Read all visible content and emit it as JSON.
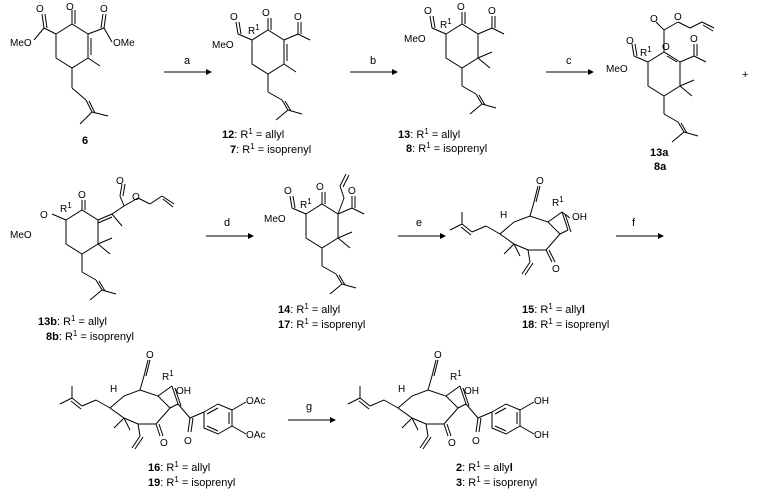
{
  "compounds": {
    "c6": {
      "num": "6"
    },
    "c12": {
      "num": "12",
      "r": ": R",
      "sup": "1",
      "eq": " = allyl"
    },
    "c7": {
      "num": "7",
      "r": ": R",
      "sup": "1",
      "eq": " = isoprenyl"
    },
    "c13": {
      "num": "13",
      "r": ": R",
      "sup": "1",
      "eq": " = allyl"
    },
    "c8": {
      "num": "8",
      "r": ": R",
      "sup": "1",
      "eq": " = isoprenyl"
    },
    "c13a": {
      "num": "13a"
    },
    "c8a": {
      "num": "8a"
    },
    "c13b": {
      "num": "13b",
      "r": ": R",
      "sup": "1",
      "eq": " = allyl"
    },
    "c8b": {
      "num": "8b",
      "r": ": R",
      "sup": "1",
      "eq": " = isoprenyl"
    },
    "c14": {
      "num": "14",
      "r": ": R",
      "sup": "1",
      "eq": " = allyl"
    },
    "c17": {
      "num": "17",
      "r": ": R",
      "sup": "1",
      "eq": " = isoprenyl"
    },
    "c15": {
      "num": "15",
      "r": ": R",
      "sup": "1",
      "eq": " = ally",
      "tail": "l"
    },
    "c18": {
      "num": "18",
      "r": ": R",
      "sup": "1",
      "eq": " = isoprenyl"
    },
    "c16": {
      "num": "16",
      "r": ": R",
      "sup": "1",
      "eq": " = allyl"
    },
    "c19": {
      "num": "19",
      "r": ": R",
      "sup": "1",
      "eq": " = isoprenyl"
    },
    "c2": {
      "num": "2",
      "r": ": R",
      "sup": "1",
      "eq": " = ally",
      "tail": "l"
    },
    "c3": {
      "num": "3",
      "r": ": R",
      "sup": "1",
      "eq": " = isoprenyl"
    }
  },
  "steps": {
    "a": "a",
    "b": "b",
    "c": "c",
    "d": "d",
    "e": "e",
    "f": "f",
    "g": "g"
  },
  "plus": "+",
  "atoms": {
    "meo": "MeO",
    "ome": "OMe",
    "o": "O",
    "oh": "OH",
    "h": "H",
    "r1": "R",
    "r1sup": "1",
    "oac": "OAc"
  }
}
